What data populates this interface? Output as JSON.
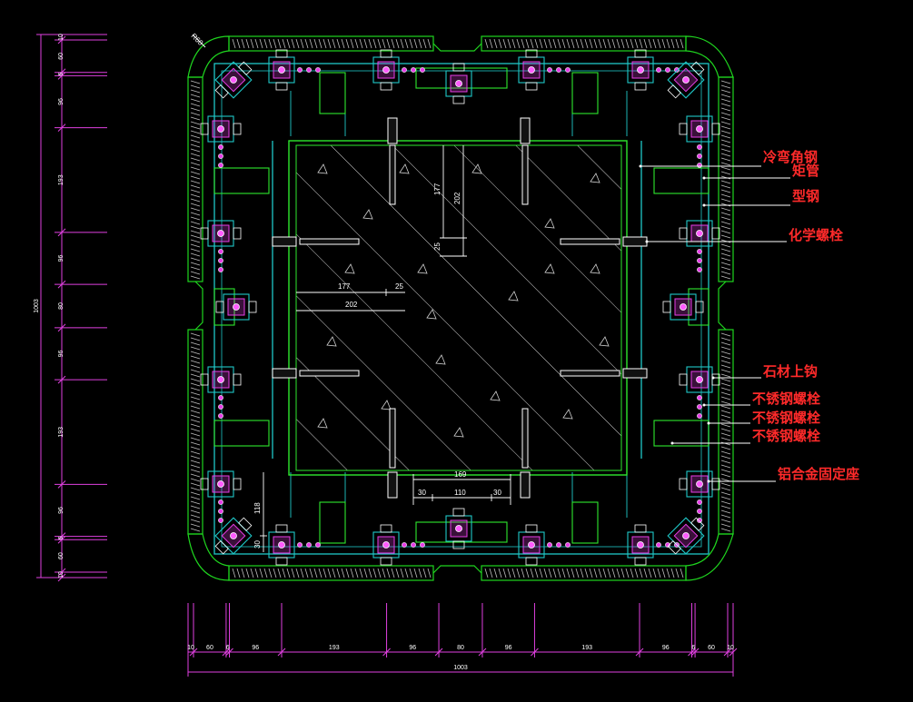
{
  "colors": {
    "background": "#000000",
    "concrete_outline": "#2ee82e",
    "stone_cladding": "#1fd61f",
    "steel_frame": "#1fc7c7",
    "bolts": "#e83ee8",
    "dimension_lines": "#e040e0",
    "dimension_text": "#ffffff",
    "callout_text": "#ff2a2a",
    "hatch": "#d8d8d8"
  },
  "dimensions": {
    "left_vertical": [
      "10",
      "60",
      "6",
      "96",
      "193",
      "96",
      "80",
      "96",
      "193",
      "96",
      "6",
      "60",
      "10"
    ],
    "left_total": "1003",
    "bottom_horizontal": [
      "10",
      "60",
      "6",
      "96",
      "193",
      "96",
      "80",
      "96",
      "193",
      "96",
      "6",
      "60",
      "10"
    ],
    "bottom_total": "1003",
    "corner_radius": "R60",
    "inner": {
      "v177": "177",
      "v202": "202",
      "v25_right": "25",
      "h177": "177",
      "h25": "25",
      "h202": "202",
      "h169": "169",
      "h30_left": "30",
      "h110": "110",
      "h30_right": "30",
      "v118": "118",
      "v30": "30"
    }
  },
  "callouts": [
    "冷弯角钢",
    "矩管",
    "型钢",
    "化学螺栓",
    "石材上钩",
    "不锈钢螺栓",
    "不锈钢螺栓",
    "不锈钢螺栓",
    "铝合金固定座"
  ]
}
